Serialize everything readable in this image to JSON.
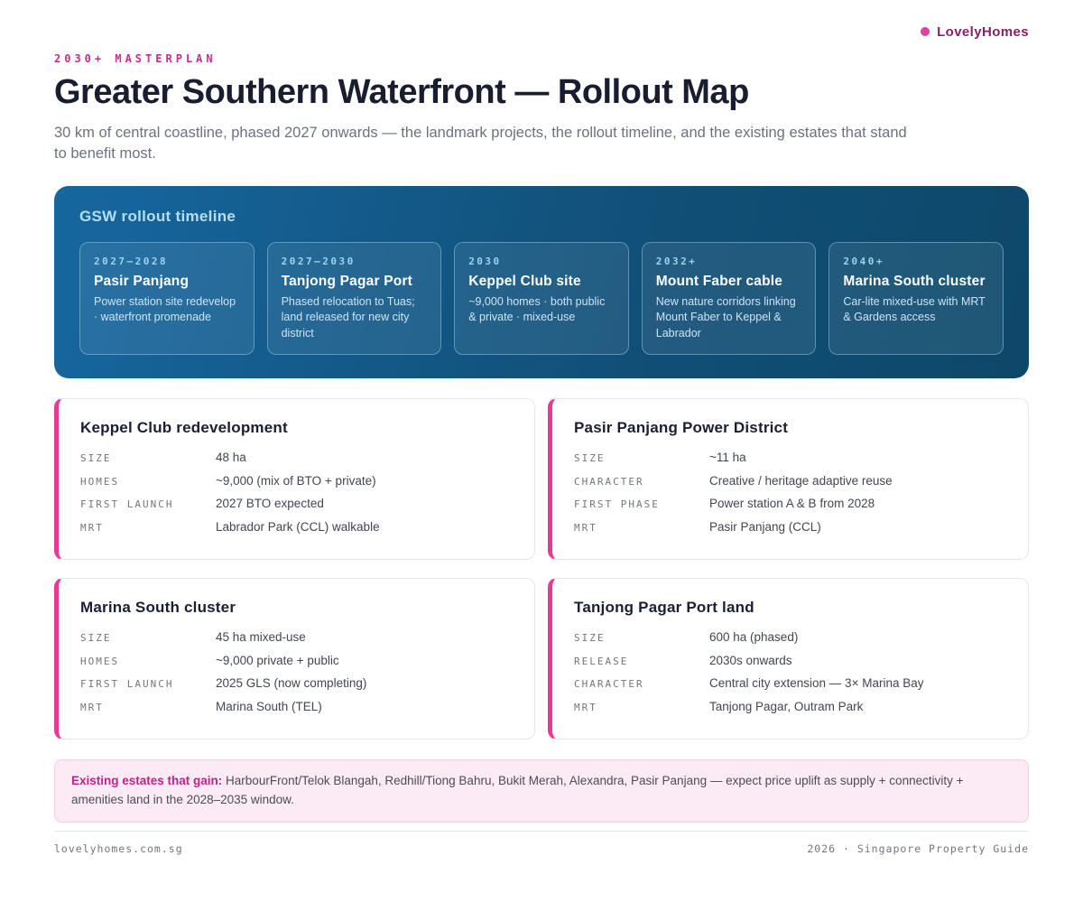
{
  "brand": {
    "name": "LovelyHomes"
  },
  "header": {
    "eyebrow": "2030+ MASTERPLAN",
    "title": "Greater Southern Waterfront — Rollout Map",
    "subtitle": "30 km of central coastline, phased 2027 onwards — the landmark projects, the rollout timeline, and the existing estates that stand to benefit most."
  },
  "timeline": {
    "heading": "GSW rollout timeline",
    "items": [
      {
        "period": "2027–2028",
        "title": "Pasir Panjang",
        "desc": "Power station site redevelop · waterfront promenade"
      },
      {
        "period": "2027–2030",
        "title": "Tanjong Pagar Port",
        "desc": "Phased relocation to Tuas; land released for new city district"
      },
      {
        "period": "2030",
        "title": "Keppel Club site",
        "desc": "~9,000 homes · both public & private · mixed-use"
      },
      {
        "period": "2032+",
        "title": "Mount Faber cable",
        "desc": "New nature corridors linking Mount Faber to Keppel & Labrador"
      },
      {
        "period": "2040+",
        "title": "Marina South cluster",
        "desc": "Car-lite mixed-use with MRT & Gardens access"
      }
    ]
  },
  "projects": [
    {
      "title": "Keppel Club redevelopment",
      "rows": [
        {
          "label": "SIZE",
          "value": "48 ha"
        },
        {
          "label": "HOMES",
          "value": "~9,000 (mix of BTO + private)"
        },
        {
          "label": "FIRST LAUNCH",
          "value": "2027 BTO expected"
        },
        {
          "label": "MRT",
          "value": "Labrador Park (CCL) walkable"
        }
      ]
    },
    {
      "title": "Pasir Panjang Power District",
      "rows": [
        {
          "label": "SIZE",
          "value": "~11 ha"
        },
        {
          "label": "CHARACTER",
          "value": "Creative / heritage adaptive reuse"
        },
        {
          "label": "FIRST PHASE",
          "value": "Power station A & B from 2028"
        },
        {
          "label": "MRT",
          "value": "Pasir Panjang (CCL)"
        }
      ]
    },
    {
      "title": "Marina South cluster",
      "rows": [
        {
          "label": "SIZE",
          "value": "45 ha mixed-use"
        },
        {
          "label": "HOMES",
          "value": "~9,000 private + public"
        },
        {
          "label": "FIRST LAUNCH",
          "value": "2025 GLS (now completing)"
        },
        {
          "label": "MRT",
          "value": "Marina South (TEL)"
        }
      ]
    },
    {
      "title": "Tanjong Pagar Port land",
      "rows": [
        {
          "label": "SIZE",
          "value": "600 ha (phased)"
        },
        {
          "label": "RELEASE",
          "value": "2030s onwards"
        },
        {
          "label": "CHARACTER",
          "value": "Central city extension — 3× Marina Bay"
        },
        {
          "label": "MRT",
          "value": "Tanjong Pagar, Outram Park"
        }
      ]
    }
  ],
  "note": {
    "lead": "Existing estates that gain:",
    "text": " HarbourFront/Telok Blangah, Redhill/Tiong Bahru, Bukit Merah, Alexandra, Pasir Panjang — expect price uplift as supply + connectivity + amenities land in the 2028–2035 window."
  },
  "footer": {
    "left": "lovelyhomes.com.sg",
    "right": "2026 · Singapore Property Guide"
  },
  "colors": {
    "accent_pink": "#ea3897",
    "brand_magenta": "#85226b",
    "panel_blue_start": "#16679f",
    "panel_blue_end": "#0d486a",
    "note_bg": "#fceaf5"
  }
}
